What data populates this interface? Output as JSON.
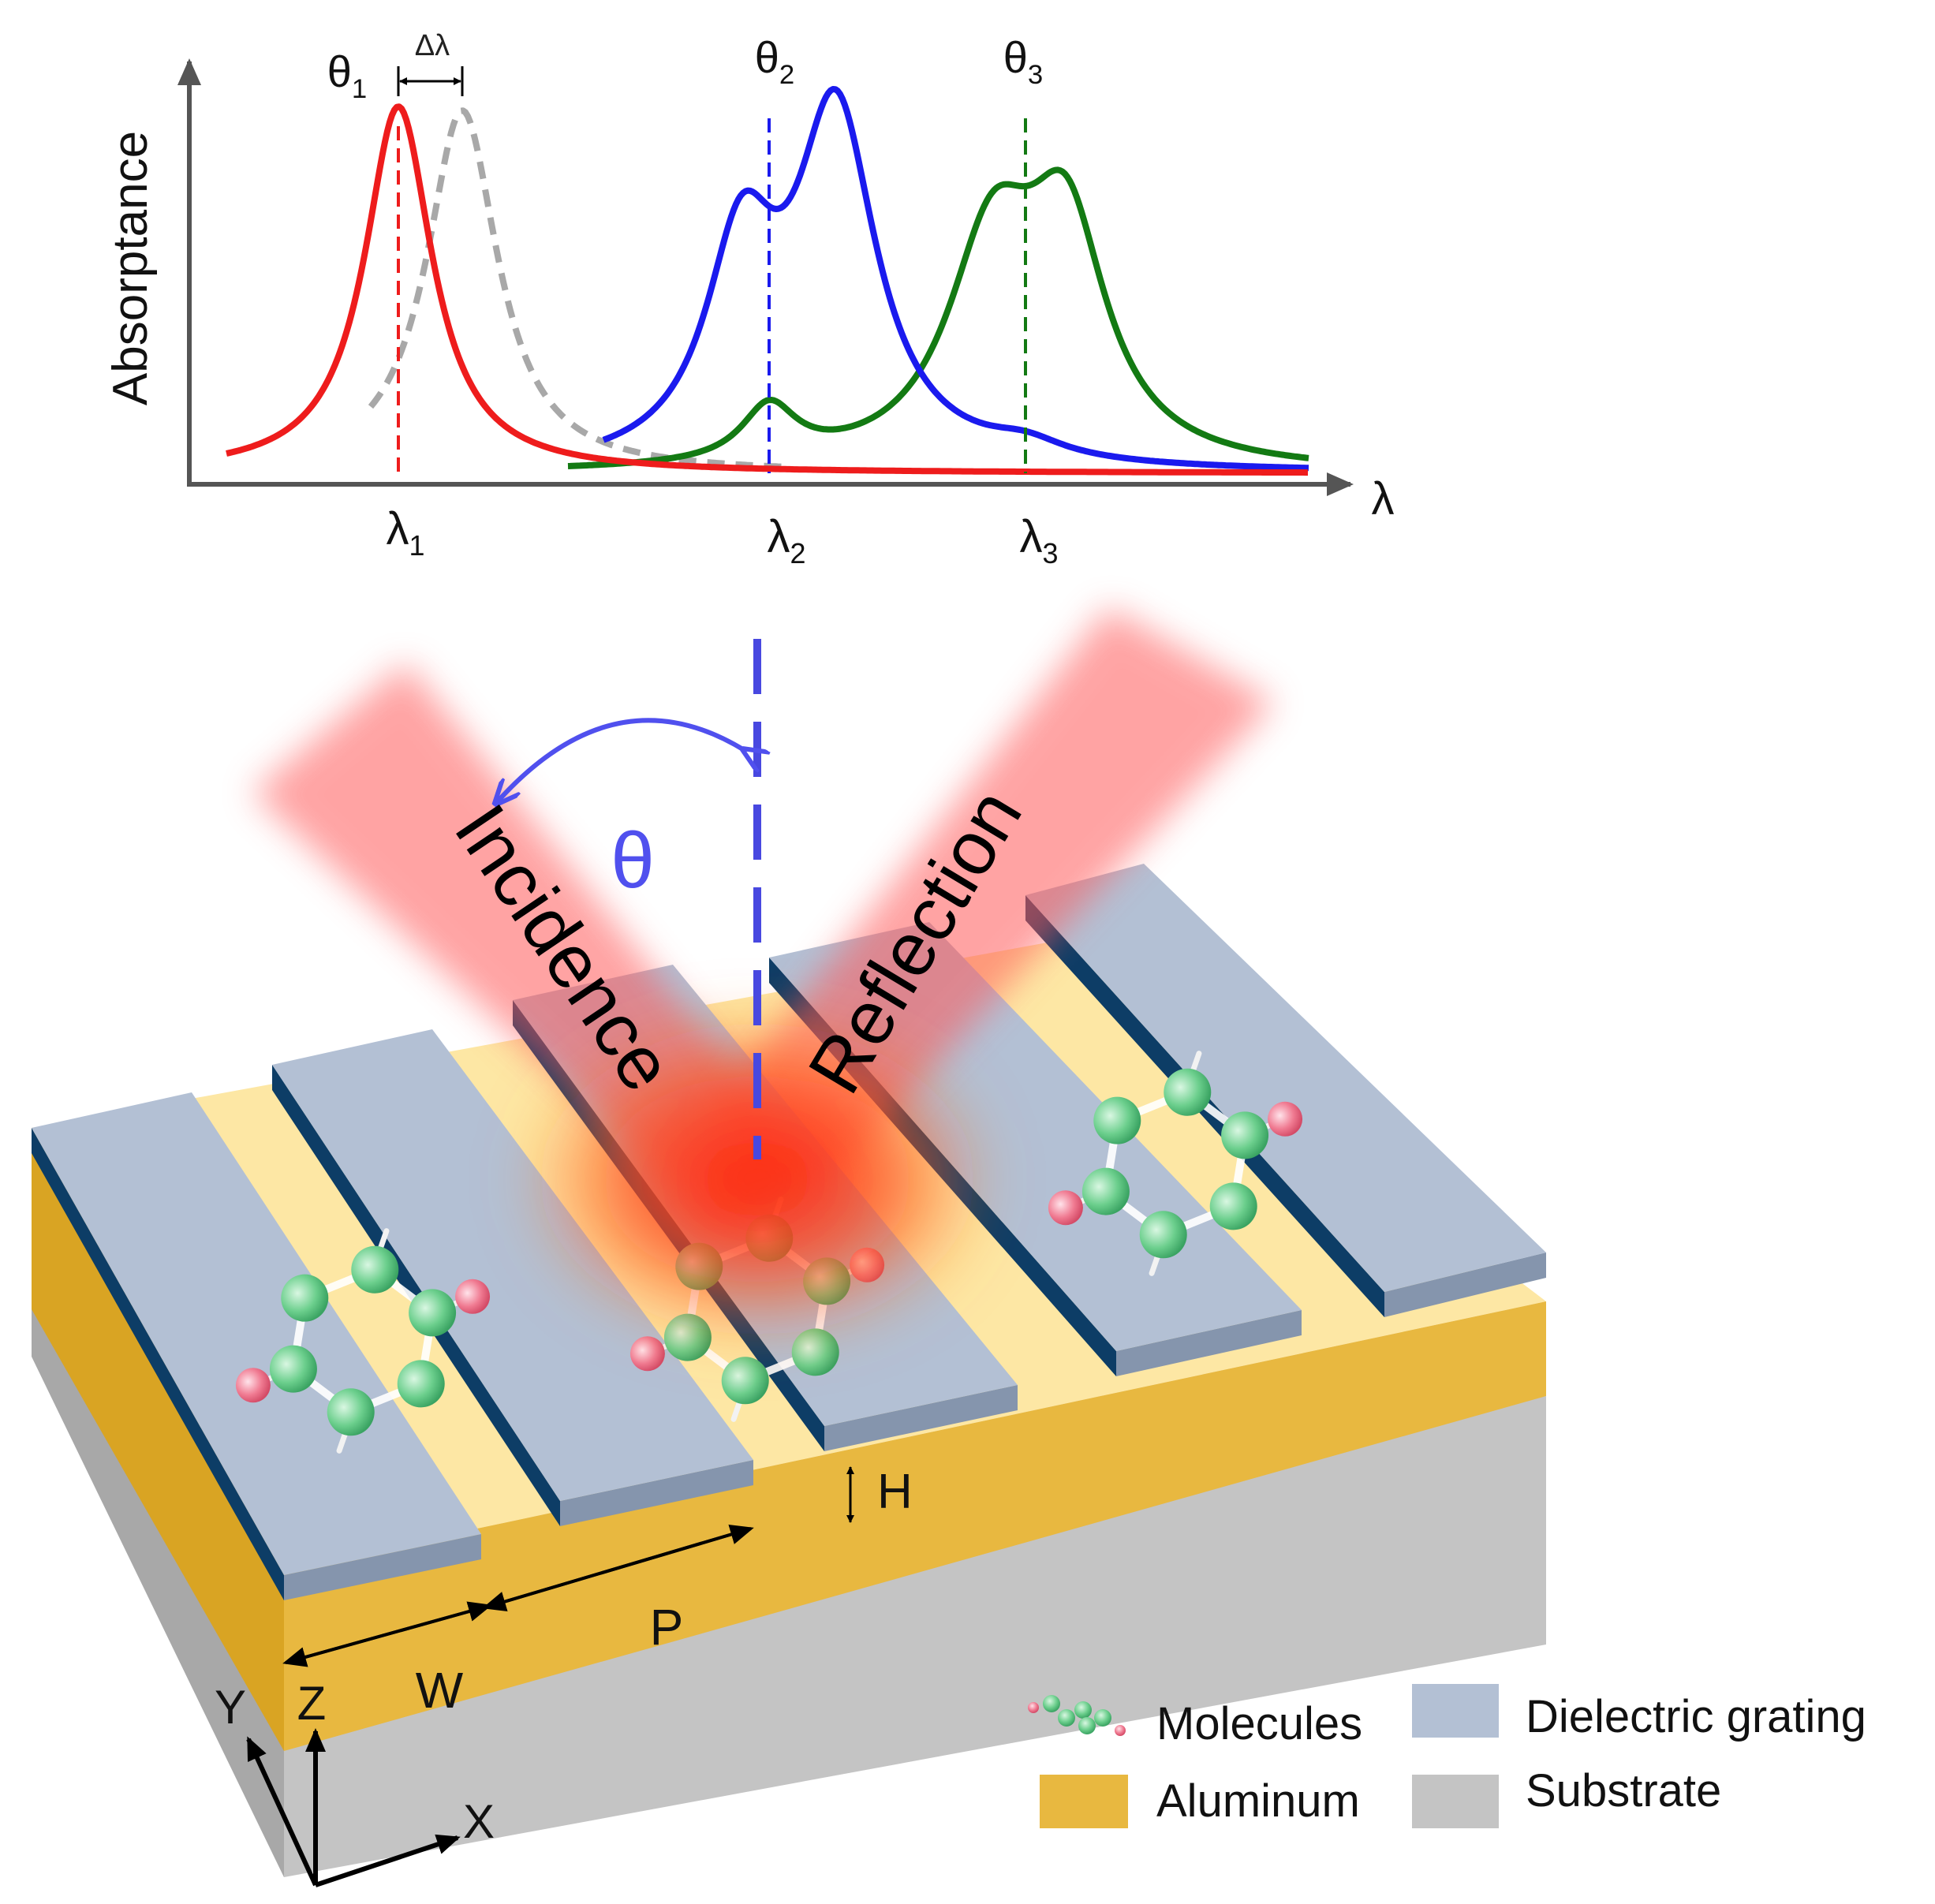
{
  "chart": {
    "ylabel": "Absorptance",
    "xlabel": "λ",
    "delta_label": "Δλ",
    "peak_labels": [
      {
        "main": "θ",
        "sub": "1"
      },
      {
        "main": "θ",
        "sub": "2"
      },
      {
        "main": "θ",
        "sub": "3"
      }
    ],
    "tick_labels": [
      {
        "main": "λ",
        "sub": "1"
      },
      {
        "main": "λ",
        "sub": "2"
      },
      {
        "main": "λ",
        "sub": "3"
      }
    ]
  },
  "diagram": {
    "angle_label": "θ",
    "incidence_label": "Incidence",
    "reflection_label": "Reflection",
    "dim_labels": {
      "H": "H",
      "P": "P",
      "W": "W"
    },
    "axes_labels": {
      "x": "X",
      "y": "Y",
      "z": "Z"
    }
  },
  "legend": [
    {
      "label": "Molecules",
      "color": "#7bd39a"
    },
    {
      "label": "Dielectric grating",
      "color": "#b3c0d4"
    },
    {
      "label": "Aluminum",
      "color": "#e8b840"
    },
    {
      "label": "Substrate",
      "color": "#c4c4c4"
    }
  ],
  "colors": {
    "red_curve": "#ee1c1c",
    "gray_curve": "#a8a8a8",
    "blue_curve": "#1a1aee",
    "green_curve": "#137a13",
    "angle": "#5050ee"
  }
}
